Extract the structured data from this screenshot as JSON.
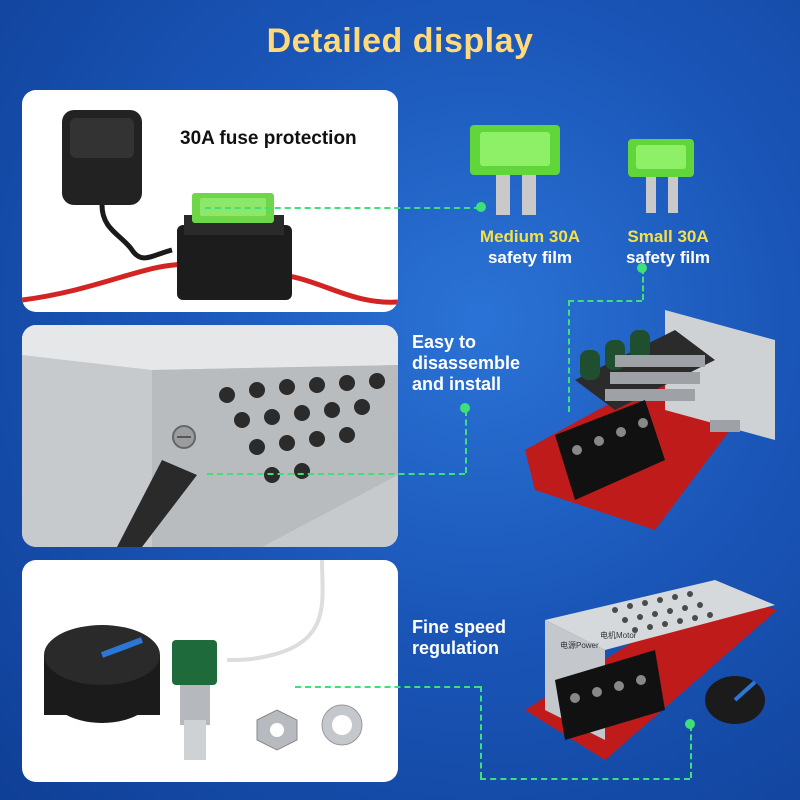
{
  "title": "Detailed display",
  "panel1": {
    "label": "30A fuse protection"
  },
  "fuses": {
    "medium": {
      "line1": "Medium 30A",
      "line2": "safety film"
    },
    "small": {
      "line1": "Small 30A",
      "line2": "safety film"
    }
  },
  "install": {
    "line1": "Easy to",
    "line2": "disassemble",
    "line3": "and install"
  },
  "speed": {
    "line1": "Fine speed",
    "line2": "regulation"
  },
  "terminal_labels": {
    "power": "电源Power",
    "motor": "电机Motor"
  },
  "colors": {
    "title": "#ffd97a",
    "accent_green": "#3ee07a",
    "caption_yellow": "#f4e04a",
    "background": "#1a56b8"
  }
}
